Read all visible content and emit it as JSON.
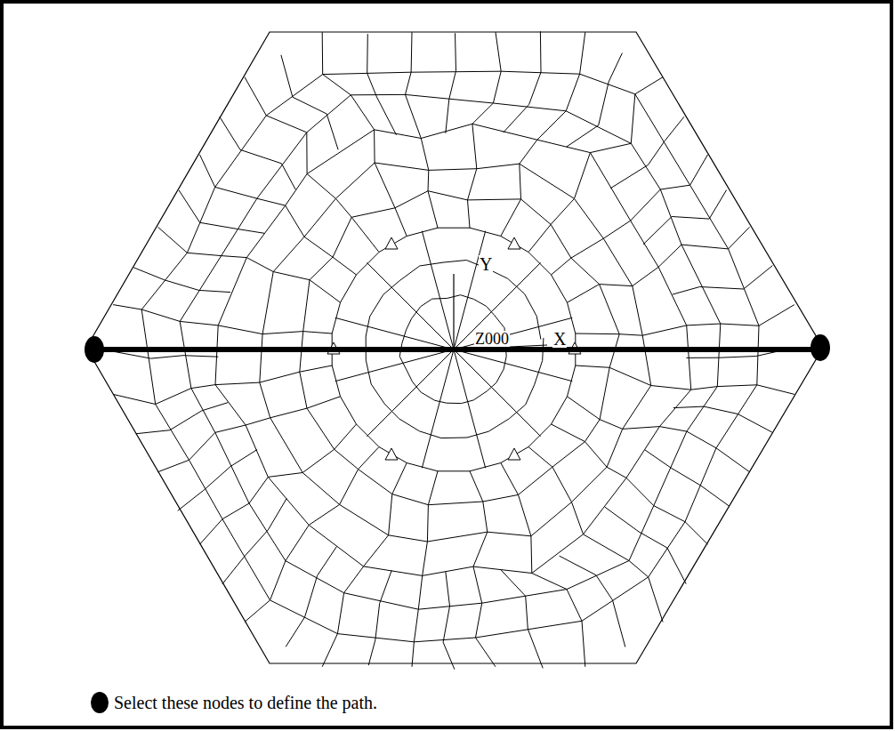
{
  "diagram": {
    "labels": [
      "Y",
      "Z000",
      "X"
    ],
    "legend": [
      {
        "text": "Select these nodes to define the path."
      }
    ]
  }
}
